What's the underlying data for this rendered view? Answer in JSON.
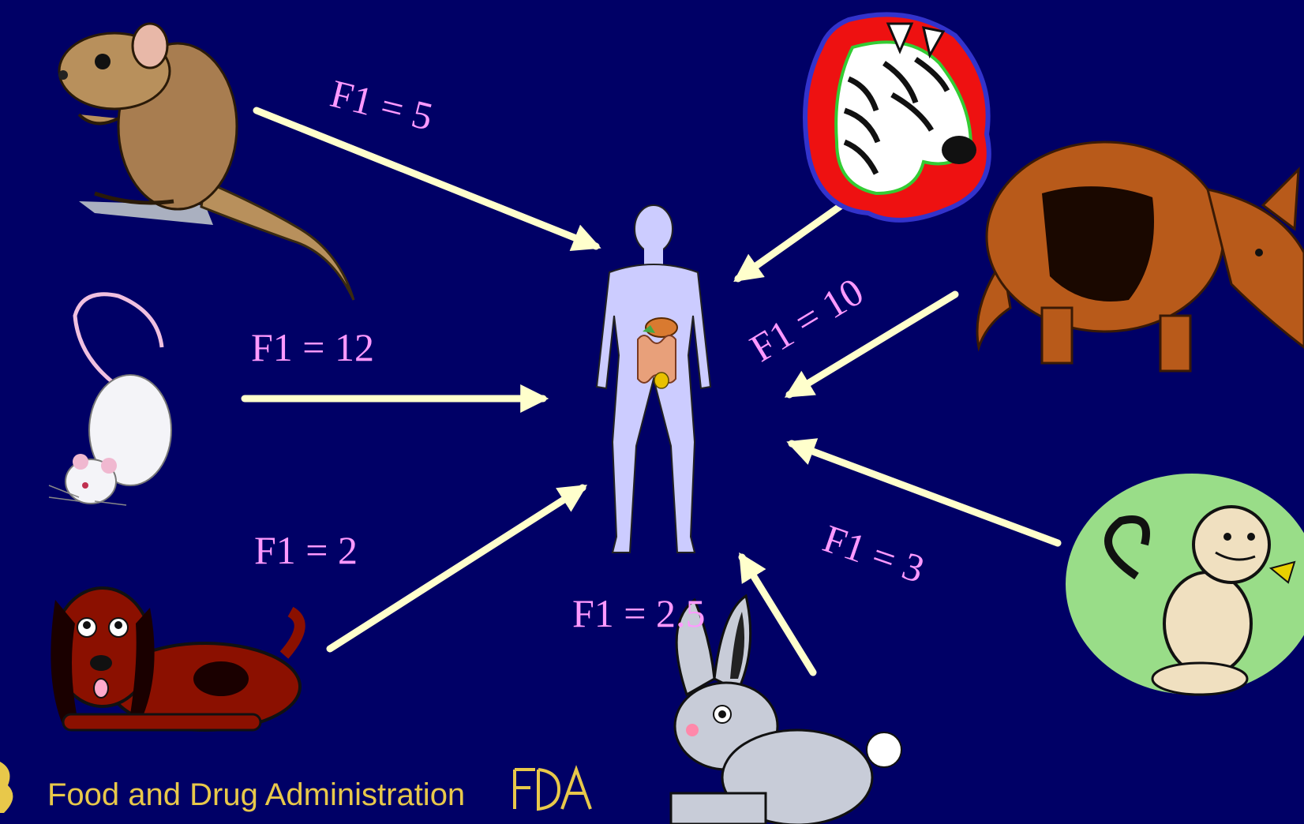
{
  "colors": {
    "background": "#000066",
    "arrow": "#ffffcc",
    "label": "#ff99ff",
    "footer": "#e8c84a",
    "human": "#ccccff"
  },
  "center": {
    "name": "human-body",
    "icon": "human-body-organs-icon"
  },
  "labels": {
    "kangaroo_rat": "F1 = 5",
    "rat": "F1 = 12",
    "dog": "F1 = 2",
    "rabbit": "F1 = 2.5",
    "zebra_aardvark": "F1 = 10",
    "monkey": "F1 = 3"
  },
  "animals": [
    {
      "name": "kangaroo-rat",
      "icon": "kangaroo-rat-icon"
    },
    {
      "name": "white-rat",
      "icon": "white-rat-icon"
    },
    {
      "name": "basset-hound",
      "icon": "dog-icon"
    },
    {
      "name": "rabbit",
      "icon": "rabbit-icon"
    },
    {
      "name": "zebra",
      "icon": "zebra-icon"
    },
    {
      "name": "aardvark",
      "icon": "aardvark-icon"
    },
    {
      "name": "monkey",
      "icon": "monkey-icon"
    }
  ],
  "footer": {
    "agency": "Food and Drug Administration",
    "logo_text": "FDA"
  }
}
